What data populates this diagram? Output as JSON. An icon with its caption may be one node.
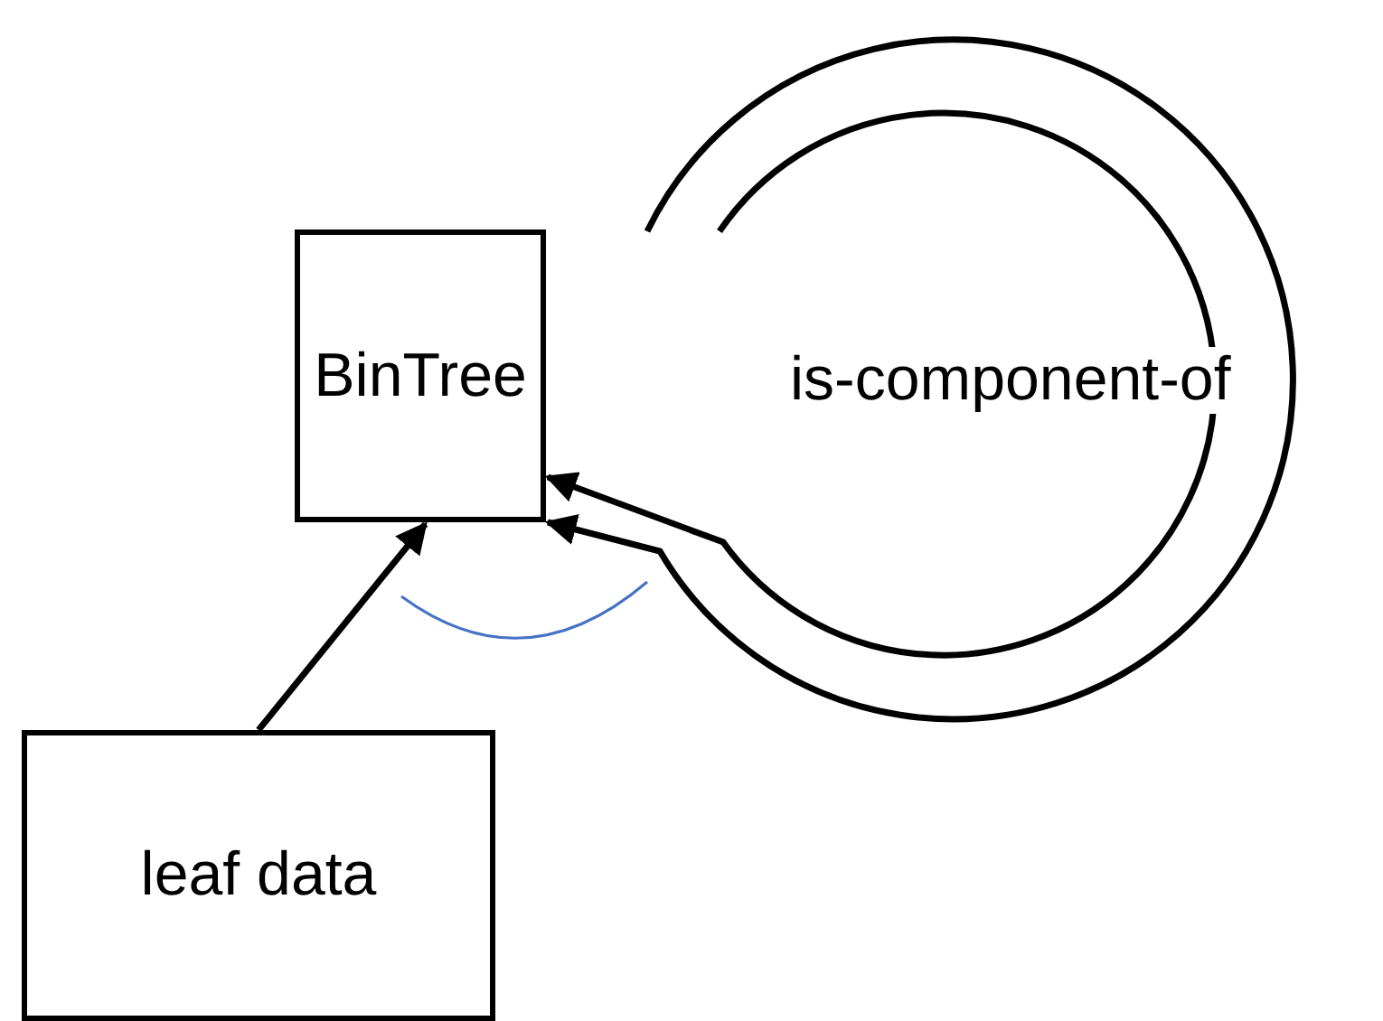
{
  "diagram": {
    "nodes": [
      {
        "text": [
          "BinTree"
        ]
      },
      {
        "text": [
          "leaf data"
        ]
      }
    ],
    "edges": [
      {
        "from": 1,
        "to": 0,
        "arrow": "to"
      },
      {
        "from": null,
        "to": 0,
        "arrow": "to"
      },
      {
        "from": null,
        "to": 0,
        "arrow": "to",
        "label": "is-component-of"
      }
    ]
  }
}
